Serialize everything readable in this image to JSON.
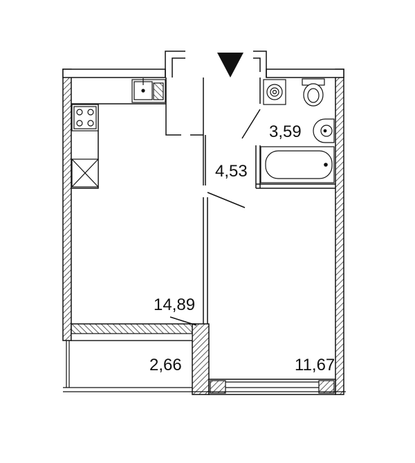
{
  "floor_plan": {
    "rooms": [
      {
        "id": "kitchen-living",
        "area": "14,89"
      },
      {
        "id": "hallway",
        "area": "4,53"
      },
      {
        "id": "bathroom",
        "area": "3,59"
      },
      {
        "id": "bedroom",
        "area": "11,67"
      },
      {
        "id": "balcony",
        "area": "2,66"
      }
    ],
    "icons": [
      "entrance-arrow-icon",
      "sink-icon",
      "stove-icon",
      "fridge-icon",
      "washing-machine-icon",
      "toilet-icon",
      "washbasin-icon",
      "bathtub-icon"
    ],
    "colors": {
      "line": "#111111",
      "hatch": "#444444",
      "background": "#ffffff"
    }
  }
}
